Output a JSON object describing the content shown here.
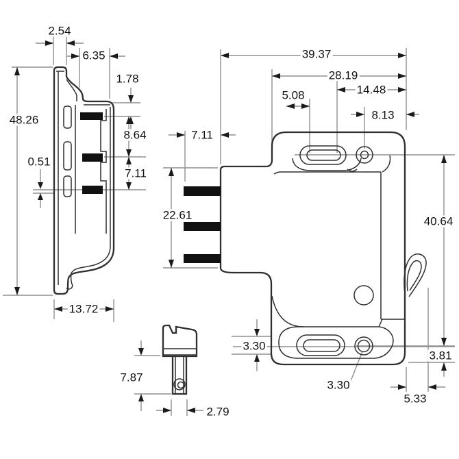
{
  "side_view": {
    "width_top": "2.54",
    "width_upper": "6.35",
    "offset_top": "1.78",
    "height_total": "48.26",
    "spacing_upper": "8.64",
    "terminal_thickness": "0.51",
    "spacing_lower": "7.11",
    "width_base": "13.72"
  },
  "front_view": {
    "width_total": "39.37",
    "width_inner": "28.19",
    "hole_span": "14.48",
    "slot_inset": "5.08",
    "hole_inset": "8.13",
    "terminal_length": "7.11",
    "terminal_span": "22.61",
    "height_to_center": "40.64",
    "slot_height": "3.30",
    "hole_diameter": "3.30",
    "edge_offset": "3.81",
    "hook_offset": "5.33"
  },
  "detail_view": {
    "height": "7.87",
    "width": "2.79"
  }
}
